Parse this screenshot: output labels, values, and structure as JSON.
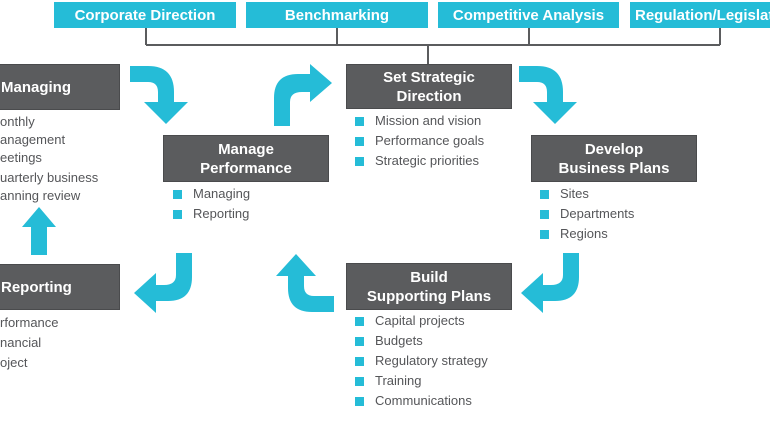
{
  "inputs": [
    {
      "label": "Corporate Direction"
    },
    {
      "label": "Benchmarking"
    },
    {
      "label": "Competitive Analysis"
    },
    {
      "label": "Regulation/Legislation"
    }
  ],
  "nodes": {
    "set_strategic_direction": {
      "title_line1": "Set Strategic",
      "title_line2": "Direction",
      "items": [
        "Mission and vision",
        "Performance goals",
        "Strategic priorities"
      ]
    },
    "develop_business_plans": {
      "title_line1": "Develop",
      "title_line2": "Business Plans",
      "items": [
        "Sites",
        "Departments",
        "Regions"
      ]
    },
    "build_supporting_plans": {
      "title_line1": "Build",
      "title_line2": "Supporting Plans",
      "items": [
        "Capital projects",
        "Budgets",
        "Regulatory strategy",
        "Training",
        "Communications"
      ]
    },
    "manage_performance": {
      "title_line1": "Manage",
      "title_line2": "Performance",
      "items": [
        "Managing",
        "Reporting"
      ]
    },
    "managing": {
      "title": "Managing",
      "lines": [
        "onthly",
        "anagement",
        "eetings",
        "uarterly business",
        "anning review"
      ]
    },
    "reporting": {
      "title": "Reporting",
      "lines": [
        "rformance",
        "nancial",
        "oject"
      ]
    }
  },
  "icons": {
    "flow_arrow": "curved-arrow-icon",
    "bullet": "square-bullet-icon"
  },
  "colors": {
    "accent": "#25BCD7",
    "node_fill": "#5B5C5E",
    "text": "#555659",
    "connector": "#5B5C5E"
  }
}
